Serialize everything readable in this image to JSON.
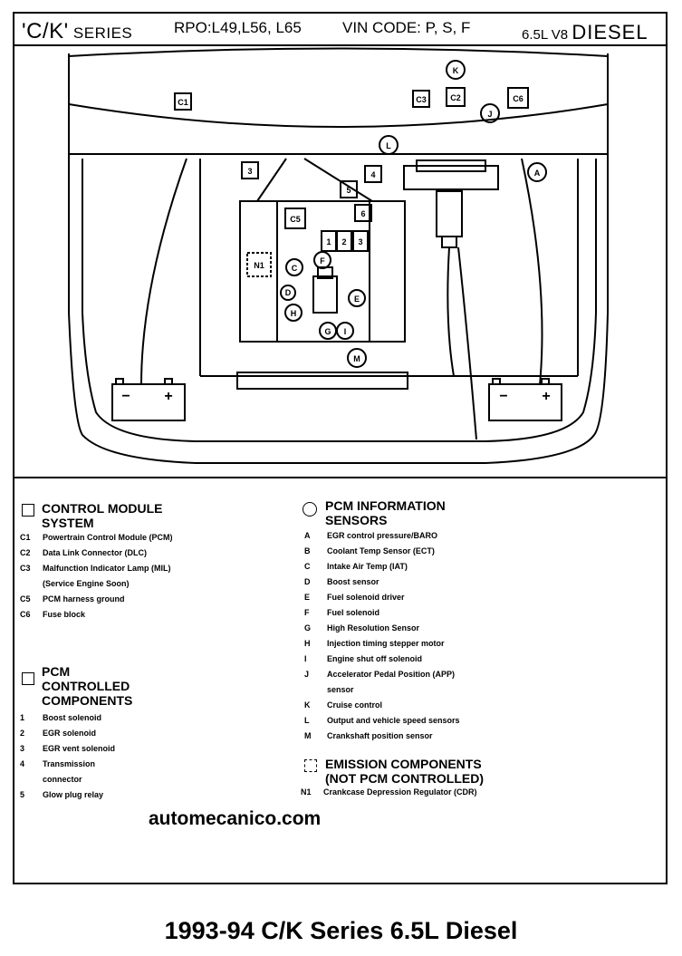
{
  "header": {
    "series_quote": "'C/K'",
    "series_word": "SERIES",
    "rpo": "RPO:L49,L56, L65",
    "vin": "VIN CODE: P, S, F",
    "engine_small": "6.5L V8",
    "engine_big": "DIESEL"
  },
  "diagram_labels": {
    "C1": "C1",
    "C2": "C2",
    "C3": "C3",
    "C5": "C5",
    "C6": "C6",
    "N1": "N1",
    "n1": "1",
    "n2": "2",
    "n3": "3",
    "n3b": "3",
    "n4": "4",
    "n5": "5",
    "n6": "6",
    "A": "A",
    "C": "C",
    "D": "D",
    "E": "E",
    "F": "F",
    "G": "G",
    "H": "H",
    "I": "I",
    "J": "J",
    "K": "K",
    "L": "L",
    "M": "M",
    "minus": "−",
    "plus": "+"
  },
  "legend": {
    "control_module": {
      "title_1": "CONTROL MODULE",
      "title_2": "SYSTEM",
      "items": [
        {
          "key": "C1",
          "text": "Powertrain Control Module (PCM)"
        },
        {
          "key": "C2",
          "text": "Data Link Connector (DLC)"
        },
        {
          "key": "C3",
          "text": "Malfunction Indicator Lamp (MIL)"
        },
        {
          "key": "",
          "text": "(Service Engine Soon)"
        },
        {
          "key": "C5",
          "text": "PCM harness ground"
        },
        {
          "key": "C6",
          "text": "Fuse block"
        }
      ]
    },
    "pcm_controlled": {
      "title_1": "PCM",
      "title_2": "CONTROLLED",
      "title_3": "COMPONENTS",
      "items": [
        {
          "key": "1",
          "text": "Boost solenoid"
        },
        {
          "key": "2",
          "text": "EGR solenoid"
        },
        {
          "key": "3",
          "text": "EGR vent solenoid"
        },
        {
          "key": "4",
          "text": "Transmission"
        },
        {
          "key": "",
          "text": "connector"
        },
        {
          "key": "5",
          "text": "Glow plug relay"
        }
      ]
    },
    "pcm_sensors": {
      "title_1": "PCM INFORMATION",
      "title_2": "SENSORS",
      "items": [
        {
          "key": "A",
          "text": "EGR control pressure/BARO"
        },
        {
          "key": "B",
          "text": "Coolant Temp Sensor (ECT)"
        },
        {
          "key": "C",
          "text": "Intake Air Temp (IAT)"
        },
        {
          "key": "D",
          "text": "Boost sensor"
        },
        {
          "key": "E",
          "text": "Fuel solenoid driver"
        },
        {
          "key": "F",
          "text": "Fuel solenoid"
        },
        {
          "key": "G",
          "text": "High Resolution Sensor"
        },
        {
          "key": "H",
          "text": "Injection timing stepper motor"
        },
        {
          "key": "I",
          "text": "Engine shut off solenoid"
        },
        {
          "key": "J",
          "text": "Accelerator Pedal Position (APP)"
        },
        {
          "key": "",
          "text": "sensor"
        },
        {
          "key": "K",
          "text": "Cruise control"
        },
        {
          "key": "L",
          "text": "Output and vehicle speed sensors"
        },
        {
          "key": "M",
          "text": "Crankshaft position sensor"
        }
      ]
    },
    "emission": {
      "title_1": "EMISSION COMPONENTS",
      "title_2": "(NOT PCM CONTROLLED)",
      "items": [
        {
          "key": "N1",
          "text": "Crankcase Depression Regulator (CDR)"
        }
      ]
    }
  },
  "watermark": "automecanico.com",
  "caption": "1993-94 C/K Series 6.5L Diesel"
}
